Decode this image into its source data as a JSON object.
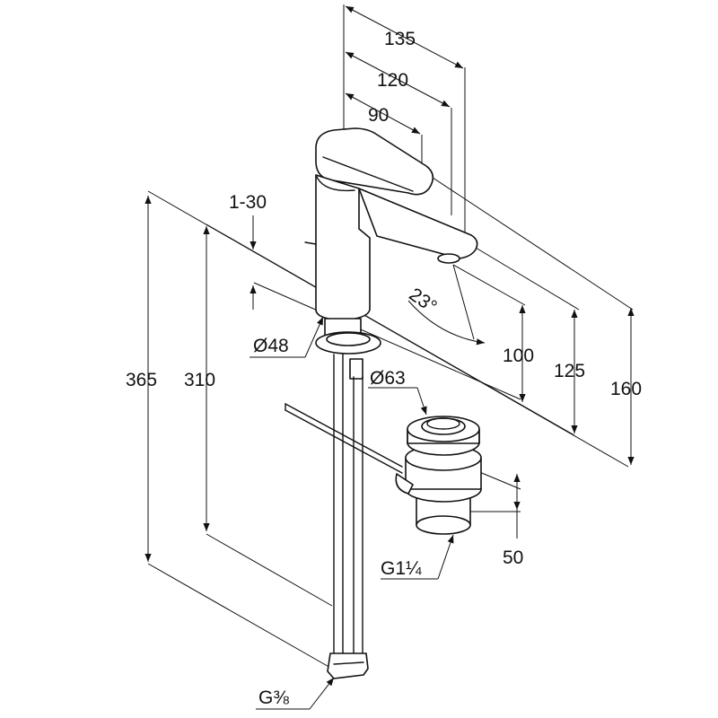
{
  "dimensions": {
    "d135": "135",
    "d120": "120",
    "d90": "90",
    "d1_30": "1-30",
    "d23": "23°",
    "d48": "Ø48",
    "d63": "Ø63",
    "d365": "365",
    "d310": "310",
    "d100": "100",
    "d125": "125",
    "d160": "160",
    "d50": "50",
    "g114": "G1¼",
    "g38": "G⅜"
  }
}
